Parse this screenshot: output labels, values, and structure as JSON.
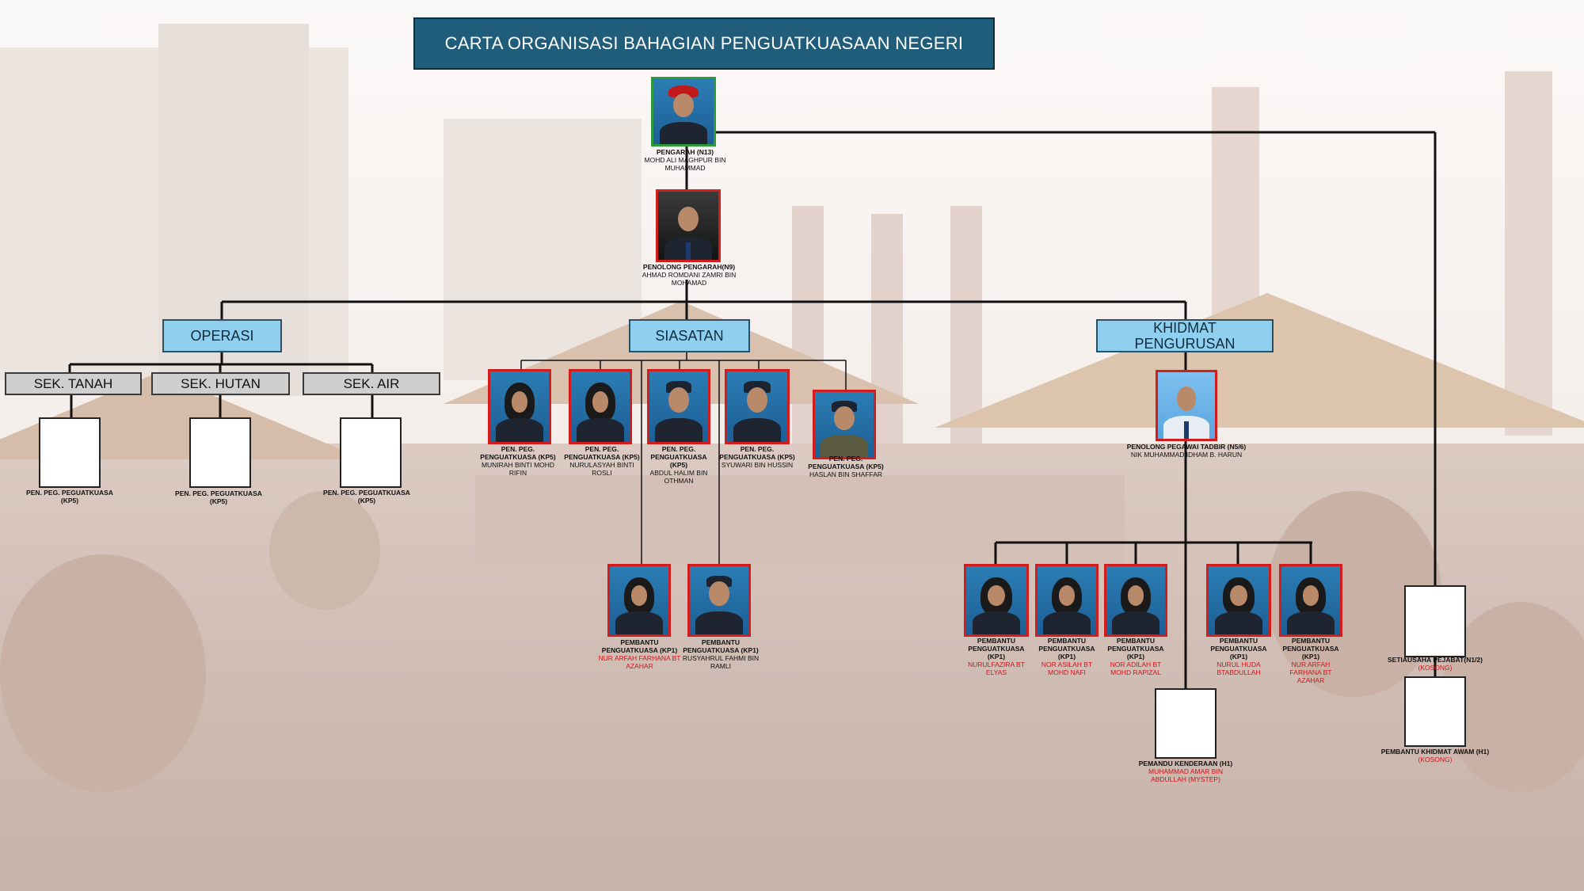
{
  "title": "CARTA ORGANISASI BAHAGIAN PENGUATKUASAAN NEGERI",
  "colors": {
    "title_bg": "#1f5d7a",
    "dept_bg": "#8fd0f0",
    "section_bg": "#cfcfcf",
    "photo_border": "#d31c1c",
    "vacant_name": "#d0141a"
  },
  "director": {
    "role": "PENGARAH (N13)",
    "name": "MOHD ALI MAGHPUR BIN MUHAMMAD"
  },
  "assistant_director": {
    "role": "PENOLONG PENGARAH(N9)",
    "name": "AHMAD ROMDANI ZAMRI BIN MOHAMAD"
  },
  "departments": {
    "operasi": "OPERASI",
    "siasatan": "SIASATAN",
    "khidmat": "KHIDMAT PENGURUSAN"
  },
  "sections": {
    "tanah": "SEK. TANAH",
    "hutan": "SEK. HUTAN",
    "air": "SEK. AIR"
  },
  "section_staff_role": "PEN. PEG. PEGUATKUASA (KP5)",
  "siasatan_staff": [
    {
      "role": "PEN. PEG. PENGUATKUASA (KP5)",
      "name": "MUNIRAH BINTI MOHD RIFIN"
    },
    {
      "role": "PEN. PEG. PENGUATKUASA (KP5)",
      "name": "NURULASYAH BINTI ROSLI"
    },
    {
      "role": "PEN. PEG. PENGUATKUASA (KP5)",
      "name": "ABDUL HALIM BIN OTHMAN"
    },
    {
      "role": "PEN. PEG. PENGUATKUASA (KP5)",
      "name": "SYUWARI BIN HUSSIN"
    },
    {
      "role": "PEN. PEG. PENGUATKUASA (KP5)",
      "name": "HASLAN BIN SHAFFAR"
    }
  ],
  "siasatan_assistants": [
    {
      "role": "PEMBANTU PENGUATKUASA (KP1)",
      "name": "NUR ARFAH FARHANA BT AZAHAR"
    },
    {
      "role": "PEMBANTU PENGUATKUASA (KP1)",
      "name": "RUSYAHRUL FAHMI BIN RAMLI"
    }
  ],
  "admin_officer": {
    "role": "PENOLONG PEGAWAI TADBIR (N5/6)",
    "name": "NIK MUHAMMAD IDHAM B. HARUN"
  },
  "khidmat_assistants": [
    {
      "role": "PEMBANTU PENGUATKUASA (KP1)",
      "name": "NURULFAZIRA BT ELYAS"
    },
    {
      "role": "PEMBANTU PENGUATKUASA (KP1)",
      "name": "NOR ASILAH BT MOHD NAFI"
    },
    {
      "role": "PEMBANTU PENGUATKUASA (KP1)",
      "name": "NOR ADILAH BT MOHD RAPIZAL"
    },
    {
      "role": "PEMBANTU PENGUATKUASA (KP1)",
      "name": "NURUL HUDA BTABDULLAH"
    },
    {
      "role": "PEMBANTU PENGUATKUASA (KP1)",
      "name": "NUR ARFAH FARHANA BT AZAHAR"
    }
  ],
  "driver": {
    "role": "PEMANDU KENDERAAN (H1)",
    "name": "MUHAMMAD AMAR BIN ABDULLAH (MYSTEP)"
  },
  "secretary": {
    "role": "SETIAUSAHA PEJABAT(N1/2)",
    "name": "(KOSONG)"
  },
  "general_assistant": {
    "role": "PEMBANTU KHIDMAT AWAM (H1)",
    "name": "(KOSONG)"
  }
}
